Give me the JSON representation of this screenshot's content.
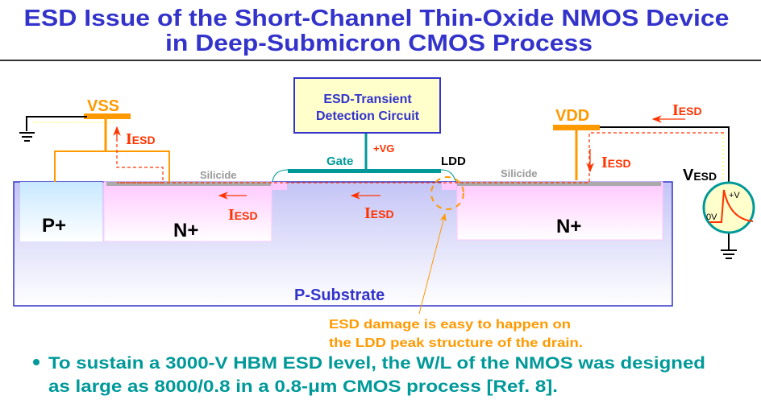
{
  "title": {
    "line1": "ESD Issue of the Short-Channel Thin-Oxide NMOS Device",
    "line2": "in Deep-Submicron CMOS Process"
  },
  "diagram": {
    "vss": "VSS",
    "vdd": "VDD",
    "detection_circuit": {
      "line1": "ESD-Transient",
      "line2": "Detection Circuit"
    },
    "gate": "Gate",
    "vg": "+VG",
    "ldd": "LDD",
    "silicide_left": "Silicide",
    "silicide_right": "Silicide",
    "p_plus": "P+",
    "n_plus_left": "N+",
    "n_plus_right": "N+",
    "substrate": "P-Substrate",
    "iesd": {
      "i": "I",
      "sub": "ESD"
    },
    "vesd": {
      "v": "V",
      "sub": "ESD"
    },
    "source_plus_v": "+V",
    "source_zero_v": "0V",
    "annotation": {
      "line1": "ESD damage is easy to happen on",
      "line2": "the LDD peak structure of the drain."
    }
  },
  "bullet": {
    "line1": "To sustain a 3000-V HBM ESD level, the W/L of the NMOS was designed",
    "line2": "as large as 8000/0.8 in a 0.8-μm CMOS process [Ref. 8]."
  },
  "colors": {
    "title": "#3333cc",
    "orange": "#ff9900",
    "teal": "#009999",
    "red": "#ff3300",
    "silicide": "#aaaaaa"
  }
}
